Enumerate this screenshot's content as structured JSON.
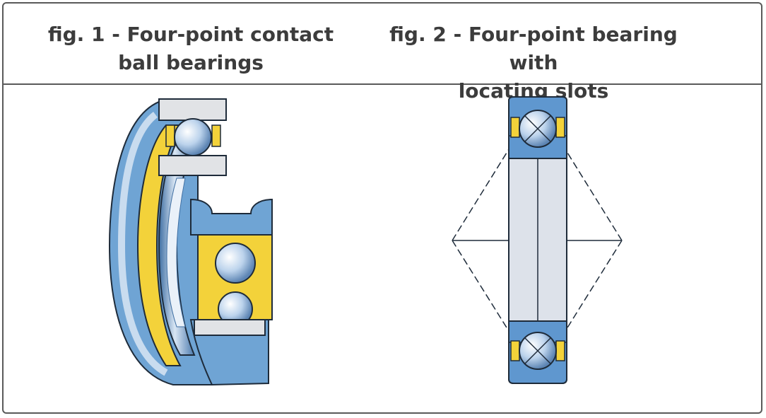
{
  "figures": [
    {
      "caption_line1": "fig. 1 - Four-point contact",
      "caption_line2": "ball bearings"
    },
    {
      "caption_line1": "fig. 2 - Four-point bearing with",
      "caption_line2": "locating slots"
    }
  ],
  "colors": {
    "ring_blue": "#6fa4d4",
    "ring_blue_dark": "#3f6fa3",
    "ring_light": "#c9dcef",
    "cage_yellow": "#f3d23a",
    "outline": "#1e2b3a",
    "grey_face": "#e1e3e6",
    "ball": "#bcd3ec"
  }
}
